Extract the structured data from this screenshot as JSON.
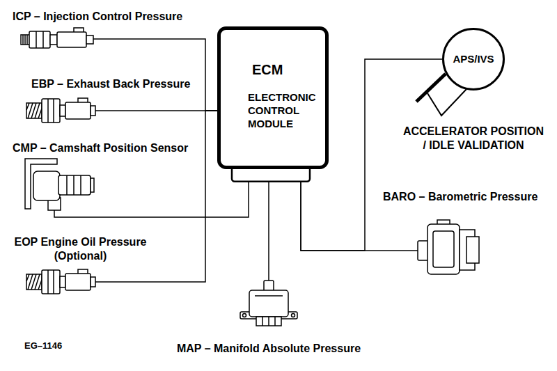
{
  "diagram": {
    "nodes": [
      {
        "text": [
          "ICP – Injection Control Pressure"
        ]
      },
      {
        "text": [
          "EBP – Exhaust Back Pressure"
        ]
      },
      {
        "text": [
          "CMP – Camshaft Position Sensor"
        ]
      },
      {
        "text": [
          "EOP Engine Oil Pressure (Optional)"
        ]
      },
      {
        "text": [
          "ECM",
          "ELECTRONIC CONTROL MODULE"
        ]
      },
      {
        "text": [
          "APS/IVS",
          "ACCELERATOR POSITION / IDLE VALIDATION"
        ]
      },
      {
        "text": [
          "BARO – Barometric Pressure"
        ]
      },
      {
        "text": [
          "MAP – Manifold Absolute Pressure"
        ]
      }
    ],
    "edges": [
      {
        "from": 0,
        "to": 4,
        "arrow": "none"
      },
      {
        "from": 1,
        "to": 4,
        "arrow": "none"
      },
      {
        "from": 2,
        "to": 4,
        "arrow": "none"
      },
      {
        "from": 3,
        "to": 4,
        "arrow": "none"
      },
      {
        "from": 5,
        "to": 4,
        "arrow": "none"
      },
      {
        "from": 6,
        "to": 4,
        "arrow": "none"
      },
      {
        "from": 7,
        "to": 4,
        "arrow": "none"
      }
    ],
    "labels": [
      "EG–1146"
    ]
  }
}
